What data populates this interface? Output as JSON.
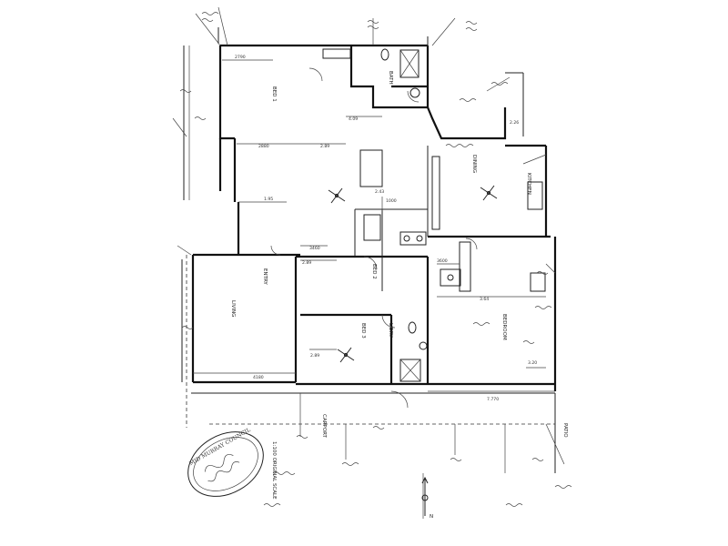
{
  "labels": {
    "bed1": "BED 1",
    "bath": "BATH",
    "entry": "ENTRY",
    "living": "LIVING",
    "kitchen": "KITCHEN",
    "bed2": "BED 2",
    "bed3": "BED 3",
    "dining": "DINING",
    "laundry": "L'DRY",
    "patio": "PATIO",
    "bedroom": "BEDROOM",
    "carport": "CARPORT",
    "scale_note": "1:100 ORIGINAL SCALE",
    "north": "N"
  },
  "dimensions": {
    "d1": "2790",
    "d2": "2880",
    "d3": "1.95",
    "d4": "3460",
    "d5": "2.89",
    "d6": "4180",
    "d7": "3.64",
    "d8": "7.770",
    "d9": "3600",
    "d10": "2.89",
    "d11": "2.43",
    "d12": "1000",
    "d13": "2.89",
    "d14": "3.20",
    "d15": "4.09",
    "d16": "2.26"
  },
  "stamp": {
    "title": "MID MURRAY COUNCIL"
  }
}
